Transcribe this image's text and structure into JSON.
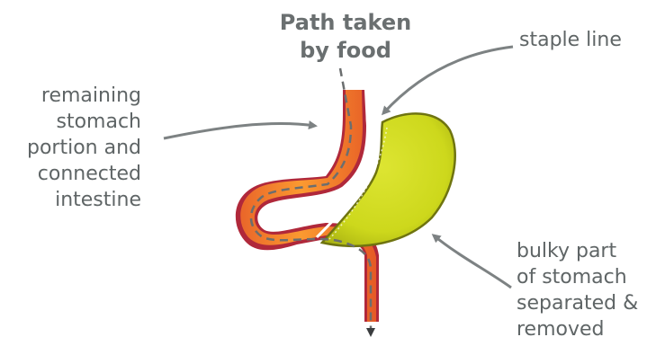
{
  "title": {
    "line1": "Path taken",
    "line2": "by food"
  },
  "labels": {
    "staple_line": "staple line",
    "remaining": [
      "remaining",
      "stomach",
      "portion and",
      "connected",
      "intestine"
    ],
    "bulky": [
      "bulky part",
      "of stomach",
      "separated &",
      "removed"
    ]
  },
  "colors": {
    "remaining_stomach_fill": "#f47a28",
    "remaining_stomach_outline": "#b0283a",
    "removed_stomach_fill": "#cfdc1e",
    "removed_stomach_outline": "#6f7410",
    "food_path": "#6b6e6f",
    "arrows": "#7d8283",
    "text": "#5f6566"
  }
}
